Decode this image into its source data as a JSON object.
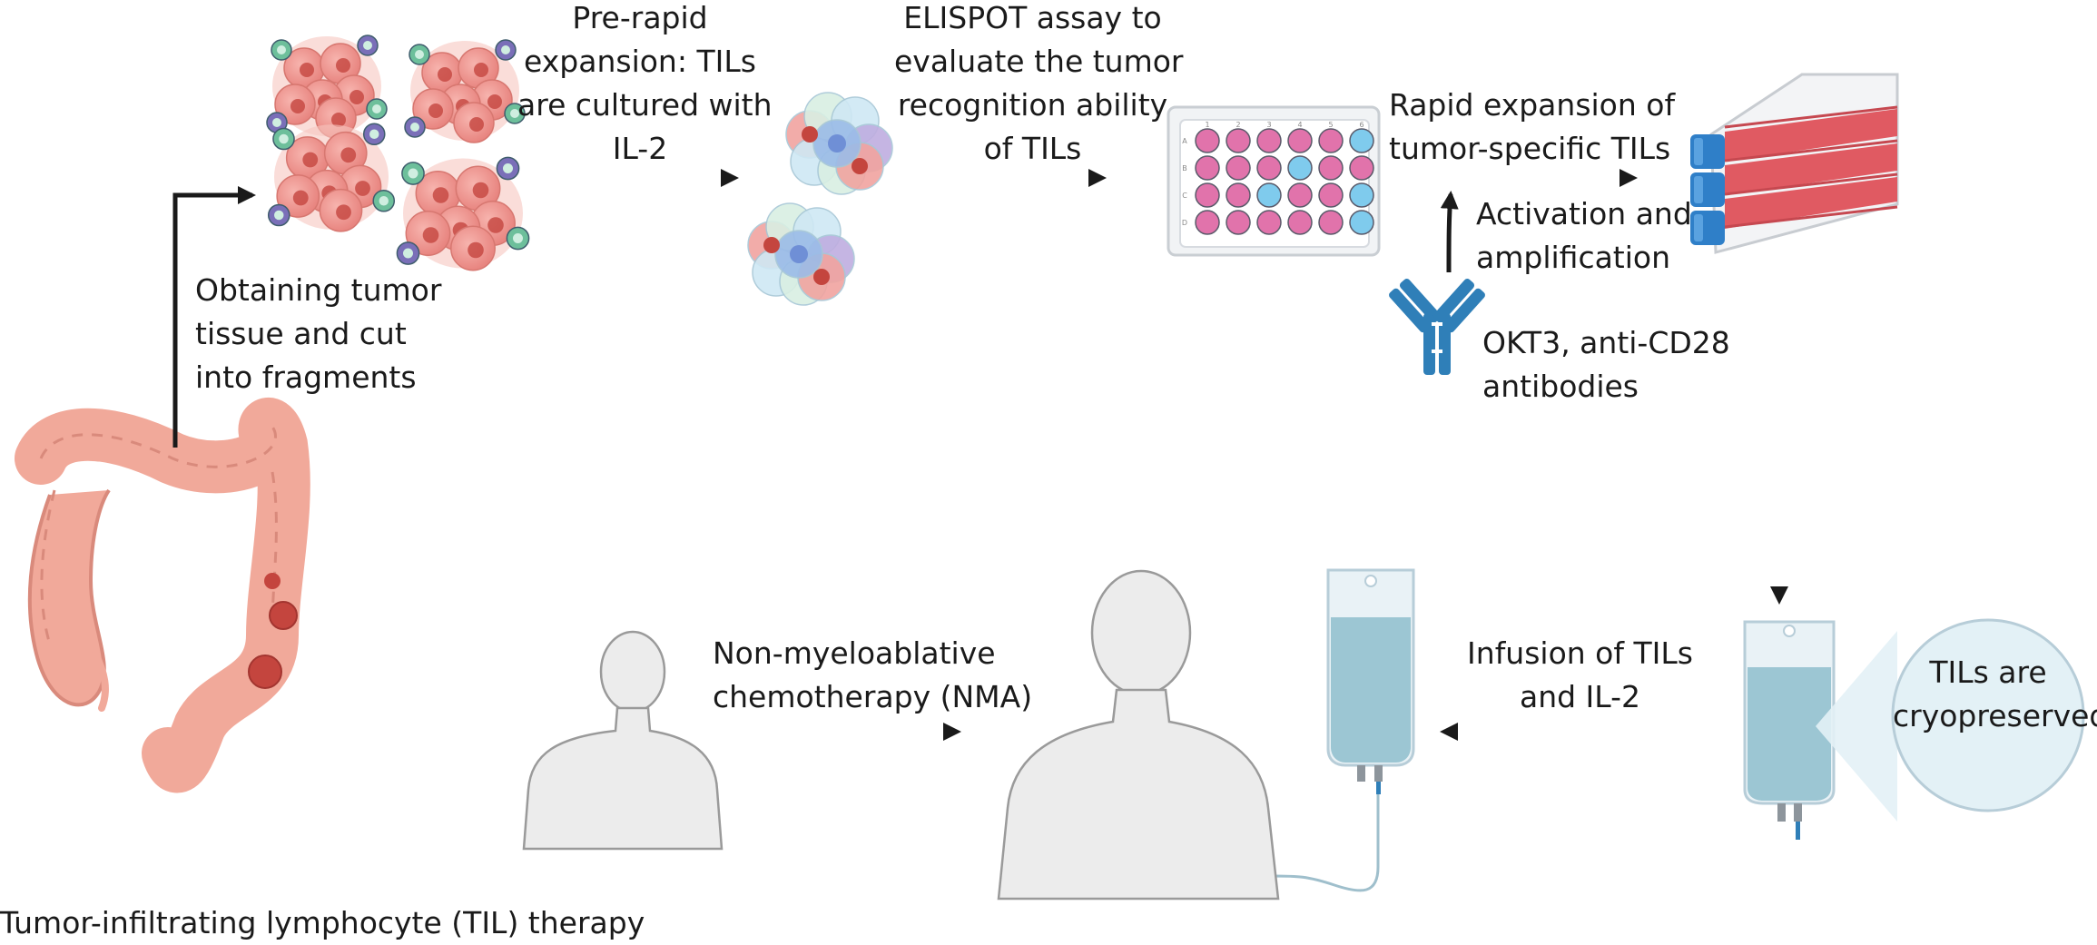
{
  "figure": {
    "caption": "Tumor-infiltrating lymphocyte (TIL) therapy"
  },
  "steps": {
    "obtain_tissue": [
      "Obtaining tumor",
      "tissue and cut",
      "into fragments"
    ],
    "pre_rapid": [
      "Pre-rapid",
      "expansion: TILs",
      "are cultured with",
      "IL-2"
    ],
    "elispot": [
      "ELISPOT assay to",
      "evaluate the tumor",
      "recognition ability",
      "of TILs"
    ],
    "rapid_expansion": [
      "Rapid expansion of",
      "tumor-specific TILs"
    ],
    "activation": [
      "Activation and",
      "amplification"
    ],
    "antibodies": [
      "OKT3, anti-CD28",
      "antibodies"
    ],
    "cryo": [
      "TILs are",
      "cryopreserved"
    ],
    "infusion": [
      "Infusion of TILs",
      "and IL-2"
    ],
    "chemo": [
      "Non-myeloablative",
      "chemotherapy (NMA)"
    ]
  },
  "plate": {
    "column_labels": [
      "1",
      "2",
      "3",
      "4",
      "5",
      "6"
    ],
    "row_labels": [
      "A",
      "B",
      "C",
      "D"
    ],
    "wells": [
      [
        "pink",
        "pink",
        "pink",
        "pink",
        "pink",
        "blue"
      ],
      [
        "pink",
        "pink",
        "pink",
        "blue",
        "pink",
        "pink"
      ],
      [
        "pink",
        "pink",
        "blue",
        "pink",
        "pink",
        "blue"
      ],
      [
        "pink",
        "pink",
        "pink",
        "pink",
        "pink",
        "blue"
      ]
    ]
  },
  "colors": {
    "arrow": "#1a1a1a",
    "tissue_pink": "#f1a99a",
    "tumor_red": "#c4453e",
    "well_pink": "#e173ab",
    "well_blue": "#7fcbed",
    "bag_fluid": "#9cc6d3",
    "flask_red": "#e05a62",
    "cap_blue": "#2f7fc8",
    "antibody_blue": "#2f7fb8",
    "silhouette": "#ececec"
  }
}
